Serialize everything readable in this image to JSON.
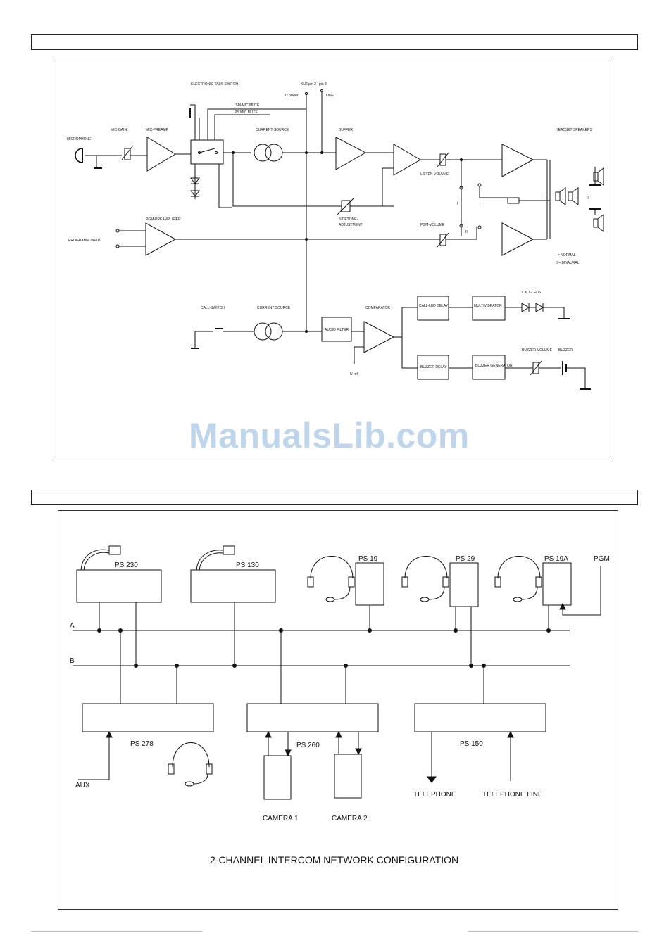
{
  "block_diagram": {
    "labels": {
      "talk_switch": "ELECTRONIC TALK-SWITCH",
      "xlr_pin2": "XLR pin 2",
      "pin3": "pin 3",
      "u_power": "U power",
      "line": "LINE",
      "ism_mic_mute": "ISM-MIC MUTE",
      "ps_mic_mute": "PS MIC MUTE",
      "microphone": "MICROPHONE",
      "mic_gain": "MIC-GAIN",
      "mic_preamp": "MIC-PREAMP",
      "current_source_top": "CURRENT-SOURCE",
      "buffer": "BUFFER",
      "listen_volume": "LISTEN-VOLUME",
      "headset_speakers": "HEADSET SPEAKERS",
      "sidetone": "SIDETONE-",
      "adjustment": "ADJUSTMENT",
      "pgm_preamplifier": "PGM-PREAMPLIFIER",
      "programm_input": "PROGRAMM INPUT",
      "pgm_volume": "PGM-VOLUME",
      "normal": "I = NORMAL",
      "binaural": "II = BINAURAL",
      "sw_i": "I",
      "sw_ii": "II",
      "call_switch": "CALL-SWITCH",
      "current_source_bottom": "CURRENT SOURCE",
      "audio_filter": "AUDIO FILTER",
      "comparator": "COMPARATOR",
      "call_led_delay": "CALL-LED DELAY",
      "multivibrator": "MULTIVIBRATOR",
      "call_leds": "CALL-LEDS",
      "buzzer_delay": "BUZZER DELAY",
      "buzzer_generator": "BUZZER GENERATOR",
      "buzzer_volume": "BUZZER-VOLUME",
      "buzzer": "BUZZER",
      "u_ref": "U ref"
    }
  },
  "watermark": "ManualsLib.com",
  "network": {
    "title": "2-CHANNEL INTERCOM NETWORK CONFIGURATION",
    "bus_a": "A",
    "bus_b": "B",
    "ps230": "PS 230",
    "ps130": "PS 130",
    "ps19": "PS 19",
    "ps29": "PS 29",
    "ps19a": "PS 19A",
    "pgm": "PGM",
    "ps278": "PS 278",
    "ps260": "PS 260",
    "ps150": "PS 150",
    "aux": "AUX",
    "camera1": "CAMERA 1",
    "camera2": "CAMERA 2",
    "telephone": "TELEPHONE",
    "telephone_line": "TELEPHONE LINE"
  }
}
